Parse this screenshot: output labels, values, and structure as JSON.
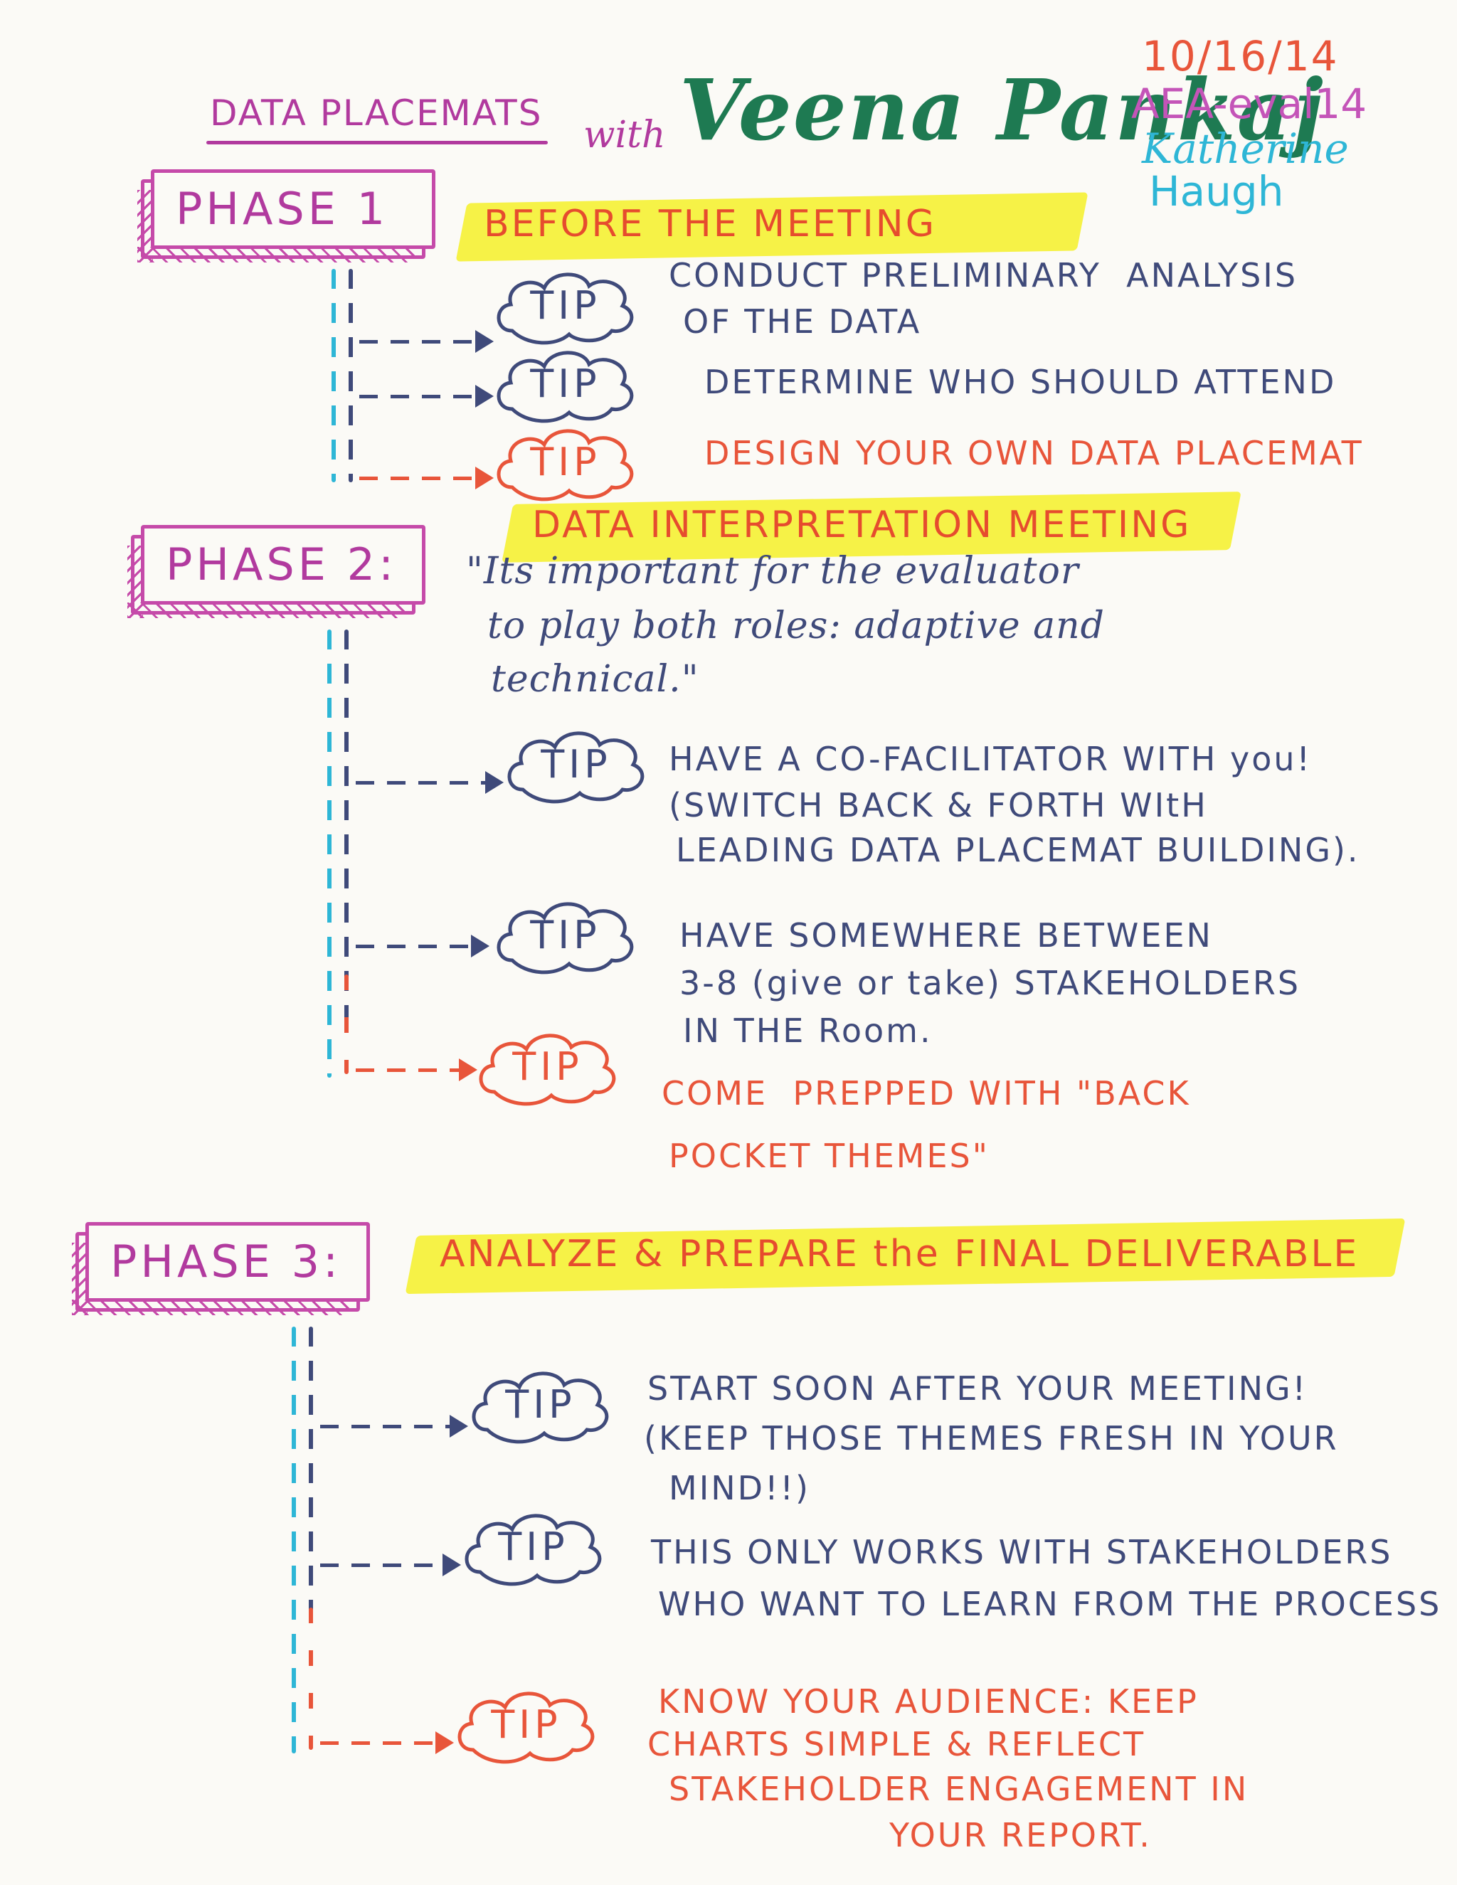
{
  "header": {
    "title_left": "DATA PLACEMATS",
    "title_with": "with",
    "title_name": "Veena Pankaj",
    "date": "10/16/14",
    "event": "AEA-eval14",
    "author_first": "Katherine",
    "author_last": "Haugh"
  },
  "icons": {
    "tip_cloud": "cloud-icon",
    "arrow": "dashed-arrow-icon"
  },
  "colors": {
    "pink": "#c54aa9",
    "green": "#1e7a52",
    "navy": "#3f4a7a",
    "orange": "#e8553a",
    "cyan": "#2eb6d6",
    "yellow": "#f6f247"
  },
  "tip_label": "TIP",
  "phases": [
    {
      "label": "PHASE 1",
      "heading": "BEFORE THE MEETING",
      "tips": [
        {
          "lines": [
            "CONDUCT PRELIMINARY  ANALYSIS",
            "OF THE DATA"
          ]
        },
        {
          "lines": [
            "DETERMINE WHO SHOULD ATTEND"
          ]
        },
        {
          "lines": [
            "DESIGN YOUR OWN DATA PLACEMAT"
          ]
        }
      ]
    },
    {
      "label": "PHASE 2:",
      "heading": "DATA INTERPRETATION MEETING",
      "quote": [
        "\"Its important for the evaluator",
        "to play both roles: adaptive and",
        "technical.\""
      ],
      "tips": [
        {
          "lines": [
            "HAVE A CO-FACILITATOR WITH you!",
            "(SWITCH BACK & FORTH WItH",
            "LEADING DATA PLACEMAT BUILDING)."
          ]
        },
        {
          "lines": [
            "HAVE SOMEWHERE BETWEEN",
            "3-8 (give or take) STAKEHOLDERS",
            "IN THE Room."
          ]
        },
        {
          "lines": [
            "COME  PREPPED WITH \"BACK",
            "POCKET THEMES\""
          ]
        }
      ]
    },
    {
      "label": "PHASE 3:",
      "heading": "ANALYZE & PREPARE the FINAL DELIVERABLE",
      "tips": [
        {
          "lines": [
            "START SOON AFTER YOUR MEETING!",
            "(KEEP THOSE THEMES FRESH IN YOUR",
            "MIND!!)"
          ]
        },
        {
          "lines": [
            "THIS ONLY WORKS WITH STAKEHOLDERS",
            "WHO WANT TO LEARN FROM THE PROCESS"
          ]
        },
        {
          "lines": [
            "KNOW YOUR AUDIENCE: KEEP",
            "CHARTS SIMPLE & REFLECT",
            "STAKEHOLDER ENGAGEMENT IN",
            "YOUR REPORT."
          ]
        }
      ]
    }
  ]
}
